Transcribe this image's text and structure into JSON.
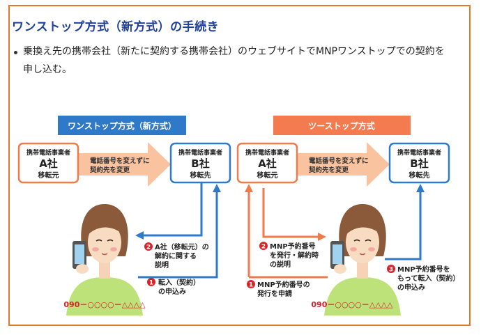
{
  "title": "ワンストップ方式（新方式）の手続き",
  "bullet": "乗換え先の携帯会社（新たに契約する携帯会社）のウェブサイトでMNPワンストップでの契約を申し込む。",
  "colors": {
    "frame": "#e07a2a",
    "title": "#1f3f9a",
    "blue": "#2f79c9",
    "orange": "#f07a4a",
    "arrow": "#f9c3a0",
    "step": "#d8232a"
  },
  "left": {
    "header": "ワンストップ方式（新方式）",
    "from": {
      "line1": "携帯電話事業者",
      "line2": "A社",
      "line3": "移転元"
    },
    "to": {
      "line1": "携帯電話事業者",
      "line2": "B社",
      "line3": "移転先"
    },
    "arrow_text": [
      "電話番号を変えずに",
      "契約先を変更"
    ],
    "step2": {
      "num": "2",
      "lines": [
        "A社（移転元）の",
        "解約に関する",
        "説明"
      ]
    },
    "step1": {
      "num": "1",
      "lines": [
        "転入（契約）",
        "の申込み"
      ]
    },
    "phone": "090－○○○○－△△△△"
  },
  "right": {
    "header": "ツーストップ方式",
    "from": {
      "line1": "携帯電話事業者",
      "line2": "A社",
      "line3": "移転元"
    },
    "to": {
      "line1": "携帯電話事業者",
      "line2": "B社",
      "line3": "移転先"
    },
    "arrow_text": [
      "電話番号を変えずに",
      "契約先を変更"
    ],
    "step2": {
      "num": "2",
      "lines": [
        "MNP予約番号",
        "を発行・解約時",
        "の説明"
      ]
    },
    "step1": {
      "num": "1",
      "lines": [
        "MNP予約番号の",
        "発行を申請"
      ]
    },
    "step3": {
      "num": "3",
      "lines": [
        "MNP予約番号を",
        "もって転入（契約）",
        "の申込み"
      ]
    },
    "phone": "090－○○○○－△△△△"
  }
}
